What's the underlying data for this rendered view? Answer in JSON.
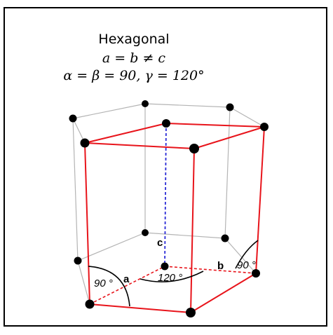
{
  "title": "Hexagonal",
  "condition_lengths": "a = b ≠ c",
  "condition_angles": "α = β = 90, γ = 120°",
  "edge_labels": {
    "a": "a",
    "b": "b",
    "c": "c"
  },
  "angle_labels": {
    "alpha": "90 °",
    "beta": "90 °",
    "gamma": "120 °"
  },
  "colors": {
    "cell_edge": "#e8141b",
    "hidden_edge": "#b4b4b4",
    "c_axis": "#2b2bd6",
    "atom": "#000000"
  }
}
